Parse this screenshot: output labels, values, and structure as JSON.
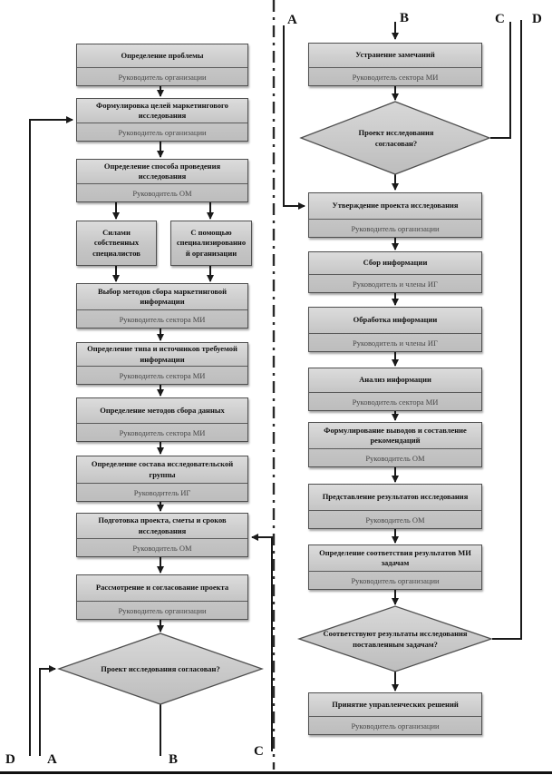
{
  "diagram": {
    "type": "flowchart",
    "language": "ru",
    "topic": "Процесс маркетингового исследования"
  },
  "colors": {
    "box_fill": "#c9c9c9",
    "box_border": "#4f4f4f",
    "line": "#1a1a1a",
    "role_text": "#474747",
    "divider_line": "#333333"
  },
  "connectors": {
    "top": [
      "A",
      "B",
      "C",
      "D"
    ],
    "bottom": [
      "D",
      "A",
      "B",
      "C"
    ]
  },
  "left_column": {
    "steps": [
      {
        "title": "Определение проблемы",
        "role": "Руководитель организации"
      },
      {
        "title": "Формулировка целей маркетингового исследования",
        "role": "Руководитель организации"
      },
      {
        "title": "Определение способа проведения исследования",
        "role": "Руководитель ОМ"
      },
      {
        "title": "Выбор методов сбора маркетинговой информации",
        "role": "Руководитель сектора МИ"
      },
      {
        "title": "Определение типа и источников требуемой информации",
        "role": "Руководитель сектора МИ"
      },
      {
        "title": "Определение методов сбора данных",
        "role": "Руководитель сектора МИ"
      },
      {
        "title": "Определение состава исследовательской группы",
        "role": "Руководитель ИГ"
      },
      {
        "title": "Подготовка проекта, сметы и сроков исследования",
        "role": "Руководитель ОМ"
      },
      {
        "title": "Рассмотрение и согласование проекта",
        "role": "Руководитель организации"
      }
    ],
    "branches": [
      {
        "title": "Силами собственных специалистов"
      },
      {
        "title": "С помощью специализированно й организации"
      }
    ],
    "decision": "Проект исследования согласован?"
  },
  "right_column": {
    "decisions": [
      "Проект исследования согласован?",
      "Соответствуют результаты исследования поставленным задачам?"
    ],
    "steps": [
      {
        "title": "Устранение замечаний",
        "role": "Руководитель сектора МИ"
      },
      {
        "title": "Утверждение проекта исследования",
        "role": "Руководитель организации"
      },
      {
        "title": "Сбор информации",
        "role": "Руководитель и члены ИГ"
      },
      {
        "title": "Обработка информации",
        "role": "Руководитель и члены ИГ"
      },
      {
        "title": "Анализ информации",
        "role": "Руководитель сектора МИ"
      },
      {
        "title": "Формулирование выводов и составление рекомендаций",
        "role": "Руководитель ОМ"
      },
      {
        "title": "Представление результатов исследования",
        "role": "Руководитель ОМ"
      },
      {
        "title": "Определение соответствия результатов МИ задачам",
        "role": "Руководитель организации"
      },
      {
        "title": "Принятие управленческих решений",
        "role": "Руководитель организации"
      }
    ]
  }
}
